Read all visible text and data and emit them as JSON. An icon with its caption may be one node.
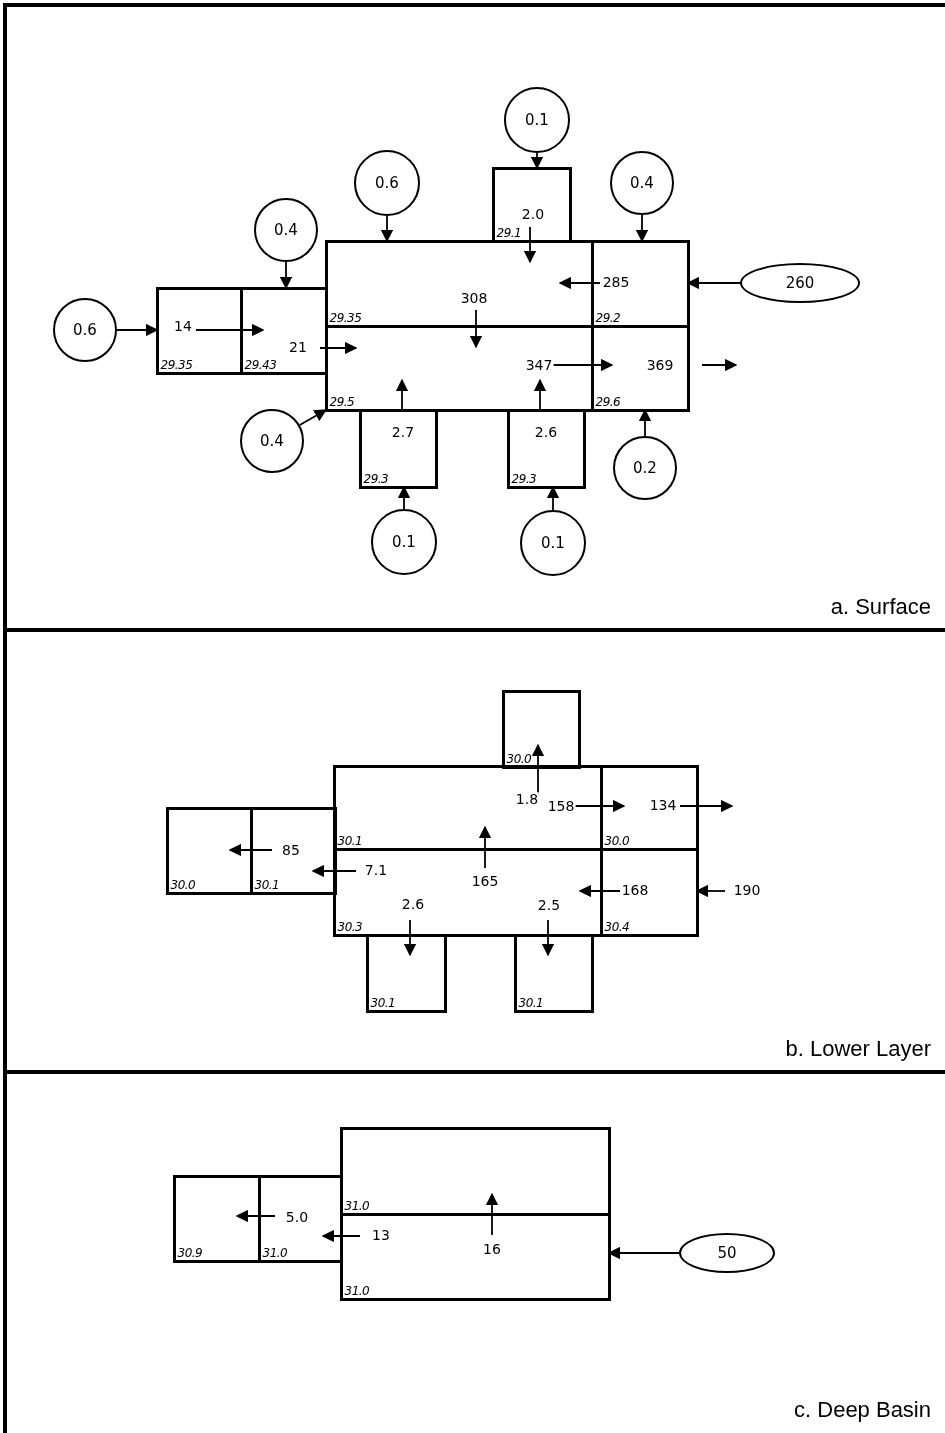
{
  "diagram": {
    "nodes": [
      {
        "text": [
          "a. Surface"
        ]
      },
      {
        "text": [
          "0.6"
        ],
        "in": 0
      },
      {
        "text": [
          "0.4"
        ],
        "in": 0
      },
      {
        "text": [
          "0.6"
        ],
        "in": 0
      },
      {
        "text": [
          "0.1"
        ],
        "in": 0
      },
      {
        "text": [
          "0.4"
        ],
        "in": 0
      },
      {
        "text": [
          "260"
        ],
        "in": 0
      },
      {
        "text": [
          "29.35"
        ],
        "in": 0
      },
      {
        "text": [
          "29.43"
        ],
        "in": 0
      },
      {
        "text": [
          "29.1"
        ],
        "in": 0
      },
      {
        "text": [
          "29.35"
        ],
        "in": 0
      },
      {
        "text": [
          "29.2"
        ],
        "in": 0
      },
      {
        "text": [
          "29.5"
        ],
        "in": 0
      },
      {
        "text": [
          "29.6"
        ],
        "in": 0
      },
      {
        "text": [
          "0.4"
        ],
        "in": 0
      },
      {
        "text": [
          "29.3"
        ],
        "in": 0
      },
      {
        "text": [
          "29.3"
        ],
        "in": 0
      },
      {
        "text": [
          "0.2"
        ],
        "in": 0
      },
      {
        "text": [
          "0.1"
        ],
        "in": 0
      },
      {
        "text": [
          "0.1"
        ],
        "in": 0
      },
      {
        "text": [
          "b. Lower Layer"
        ]
      },
      {
        "text": [
          "30.0"
        ],
        "in": 20
      },
      {
        "text": [
          "30.0"
        ],
        "in": 20
      },
      {
        "text": [
          "30.1"
        ],
        "in": 20
      },
      {
        "text": [
          "30.1"
        ],
        "in": 20
      },
      {
        "text": [
          "30.0"
        ],
        "in": 20
      },
      {
        "text": [
          "30.3"
        ],
        "in": 20
      },
      {
        "text": [
          "30.4"
        ],
        "in": 20
      },
      {
        "text": [
          "30.1"
        ],
        "in": 20
      },
      {
        "text": [
          "30.1"
        ],
        "in": 20
      },
      {
        "text": [
          "c. Deep Basin"
        ]
      },
      {
        "text": [
          "31.0"
        ],
        "in": 30
      },
      {
        "text": [
          "30.9"
        ],
        "in": 30
      },
      {
        "text": [
          "31.0"
        ],
        "in": 30
      },
      {
        "text": [
          "31.0"
        ],
        "in": 30
      },
      {
        "text": [
          "50"
        ],
        "in": 30
      }
    ],
    "edges": [
      {
        "from": 1,
        "to": 7,
        "arrow": "to"
      },
      {
        "from": 7,
        "to": 8,
        "arrow": "to",
        "label": "14"
      },
      {
        "from": 2,
        "to": 8,
        "arrow": "to"
      },
      {
        "from": 8,
        "to": 12,
        "arrow": "to",
        "label": "21"
      },
      {
        "from": 3,
        "to": 10,
        "arrow": "to"
      },
      {
        "from": 4,
        "to": 9,
        "arrow": "to"
      },
      {
        "from": 9,
        "to": 10,
        "arrow": "to",
        "label": "2.0"
      },
      {
        "from": 10,
        "to": 12,
        "arrow": "to",
        "label": "308"
      },
      {
        "from": 5,
        "to": 11,
        "arrow": "to"
      },
      {
        "from": 6,
        "to": 11,
        "arrow": "to"
      },
      {
        "from": 11,
        "to": 10,
        "arrow": "to",
        "label": "285"
      },
      {
        "from": 12,
        "to": 13,
        "arrow": "to",
        "label": "347"
      },
      {
        "from": 13,
        "to": null,
        "arrow": "to",
        "label": "369"
      },
      {
        "from": 17,
        "to": 13,
        "arrow": "to"
      },
      {
        "from": 15,
        "to": 12,
        "arrow": "to",
        "label": "2.7"
      },
      {
        "from": 18,
        "to": 15,
        "arrow": "to"
      },
      {
        "from": 16,
        "to": 12,
        "arrow": "to",
        "label": "2.6"
      },
      {
        "from": 19,
        "to": 16,
        "arrow": "to"
      },
      {
        "from": 14,
        "to": 12,
        "arrow": "to"
      },
      {
        "from": 23,
        "to": 22,
        "arrow": "to",
        "label": "85"
      },
      {
        "from": 26,
        "to": 23,
        "arrow": "to",
        "label": "7.1"
      },
      {
        "from": 26,
        "to": 24,
        "arrow": "to",
        "label": "165"
      },
      {
        "from": 24,
        "to": 21,
        "arrow": "to",
        "label": "1.8"
      },
      {
        "from": 24,
        "to": 25,
        "arrow": "to",
        "label": "158"
      },
      {
        "from": 25,
        "to": null,
        "arrow": "to",
        "label": "134"
      },
      {
        "from": 27,
        "to": 26,
        "arrow": "to",
        "label": "168"
      },
      {
        "from": null,
        "to": 27,
        "arrow": "to",
        "label": "190"
      },
      {
        "from": 26,
        "to": 28,
        "arrow": "to",
        "label": "2.6"
      },
      {
        "from": 26,
        "to": 29,
        "arrow": "to",
        "label": "2.5"
      },
      {
        "from": 33,
        "to": 32,
        "arrow": "to",
        "label": "5.0"
      },
      {
        "from": 34,
        "to": 33,
        "arrow": "to",
        "label": "13"
      },
      {
        "from": 34,
        "to": 31,
        "arrow": "to",
        "label": "16"
      },
      {
        "from": 35,
        "to": 34,
        "arrow": "to"
      }
    ]
  }
}
